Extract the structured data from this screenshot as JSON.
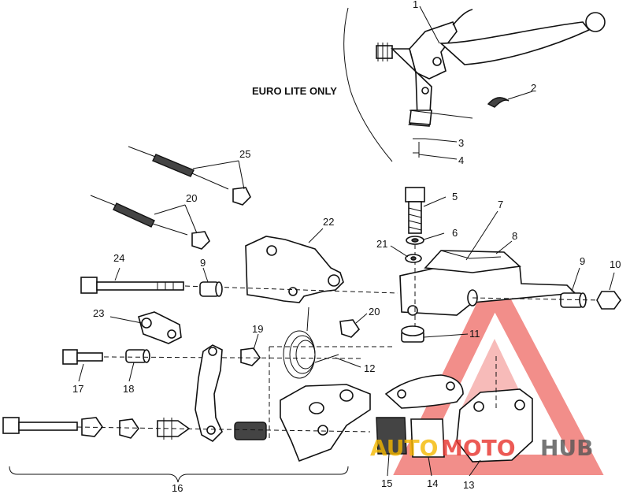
{
  "note": "EURO LITE ONLY",
  "watermark": {
    "brand_a": "AUTO",
    "brand_b": "MOTO",
    "brand_c": "HUB",
    "color": "#e8322b",
    "yellow": "#f5b800",
    "gray": "#555555"
  },
  "callouts": {
    "c1": "1",
    "c2": "2",
    "c3": "3",
    "c4": "4",
    "c5": "5",
    "c6": "6",
    "c7": "7",
    "c8": "8",
    "c9a": "9",
    "c9b": "9",
    "c10": "10",
    "c11": "11",
    "c12": "12",
    "c13": "13",
    "c14": "14",
    "c15": "15",
    "c16": "16",
    "c17": "17",
    "c18": "18",
    "c19": "19",
    "c20a": "20",
    "c20b": "20",
    "c21": "21",
    "c22": "22",
    "c23": "23",
    "c24": "24",
    "c25": "25"
  }
}
